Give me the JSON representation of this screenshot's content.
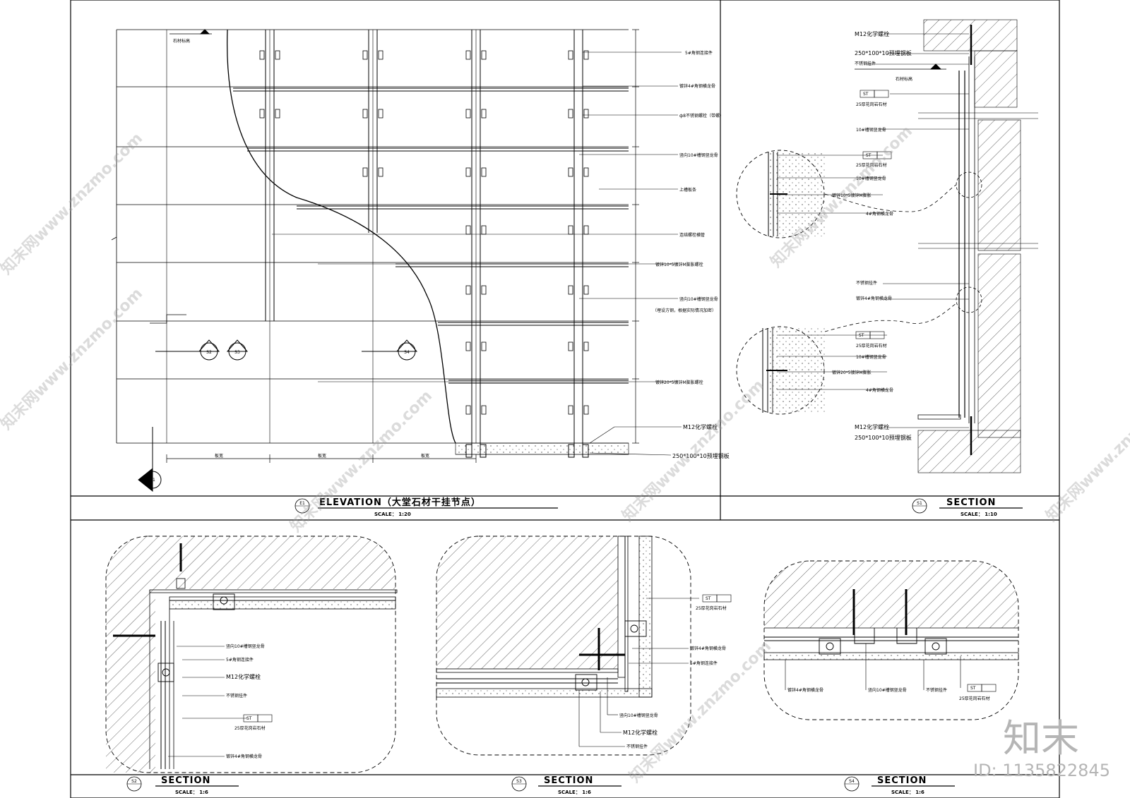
{
  "elevation": {
    "title": "ELEVATION（大堂石材干挂节点）",
    "scale": "SCALE：  1:20",
    "tag": "E1",
    "callouts": [
      "5#角钢连接件",
      "镀锌4#角钢横龙骨",
      "ф8不锈钢螺栓（带螺）",
      "竖向10#槽钢竖龙骨",
      "上槽板条",
      "连结螺栓横管",
      "镀锌10*5镀锌M膨胀螺栓",
      "竖向10#槽钢竖龙骨",
      "（埋设方钢，根据实际情况加密）",
      "镀锌20*5镀锌M膨胀螺栓",
      "M12化学螺栓",
      "250*100*10预埋钢板"
    ],
    "markers": [
      "S2",
      "S3",
      "S4"
    ],
    "section_marker": "S1",
    "dims": [
      "板宽",
      "板宽",
      "板宽"
    ],
    "floor_note": "石材标高"
  },
  "section_s1": {
    "title": "SECTION",
    "scale": "SCALE：  1:10",
    "tag": "S1",
    "callouts": [
      "M12化学螺栓",
      "250*100*10预埋钢板",
      "不锈钢挂件",
      "石材标高",
      "25厚花岗岩石材",
      "10#槽钢竖龙骨",
      "25厚花岗岩石材",
      "10#槽钢竖龙骨",
      "镀锌10*5镀锌M膨胀",
      "4#角钢横龙骨",
      "不锈钢挂件",
      "镀锌4#角钢横龙骨",
      "25厚花岗岩石材",
      "10#槽钢竖龙骨",
      "镀锌20*5镀锌M膨胀",
      "4#角钢横龙骨",
      "M12化学螺栓",
      "250*100*10预埋钢板"
    ],
    "st": "ST"
  },
  "section_s2": {
    "title": "SECTION",
    "scale": "SCALE：  1:6",
    "tag": "S2",
    "callouts": [
      "竖向10#槽钢竖龙骨",
      "5#角钢连接件",
      "M12化学螺栓",
      "不锈钢挂件",
      "25厚花岗岩石材",
      "镀锌4#角钢横龙骨"
    ],
    "st": "ST"
  },
  "section_s3": {
    "title": "SECTION",
    "scale": "SCALE：  1:6",
    "tag": "S3",
    "callouts": [
      "25厚花岗岩石材",
      "镀锌4#角钢横龙骨",
      "5#角钢连接件",
      "竖向10#槽钢竖龙骨",
      "M12化学螺栓",
      "不锈钢挂件"
    ],
    "st": "ST"
  },
  "section_s4": {
    "title": "SECTION",
    "scale": "SCALE：  1:6",
    "tag": "S4",
    "callouts": [
      "镀锌4#角钢横龙骨",
      "竖向10#槽钢竖龙骨",
      "不锈钢挂件",
      "25厚花岗岩石材"
    ],
    "st": "ST"
  },
  "watermark": {
    "text": "知末网www.znzmo.com",
    "brand": "知末",
    "id": "ID: 1135822845"
  },
  "colors": {
    "line": "#000000",
    "paper": "#ffffff",
    "watermark": "#9a9a9a"
  }
}
